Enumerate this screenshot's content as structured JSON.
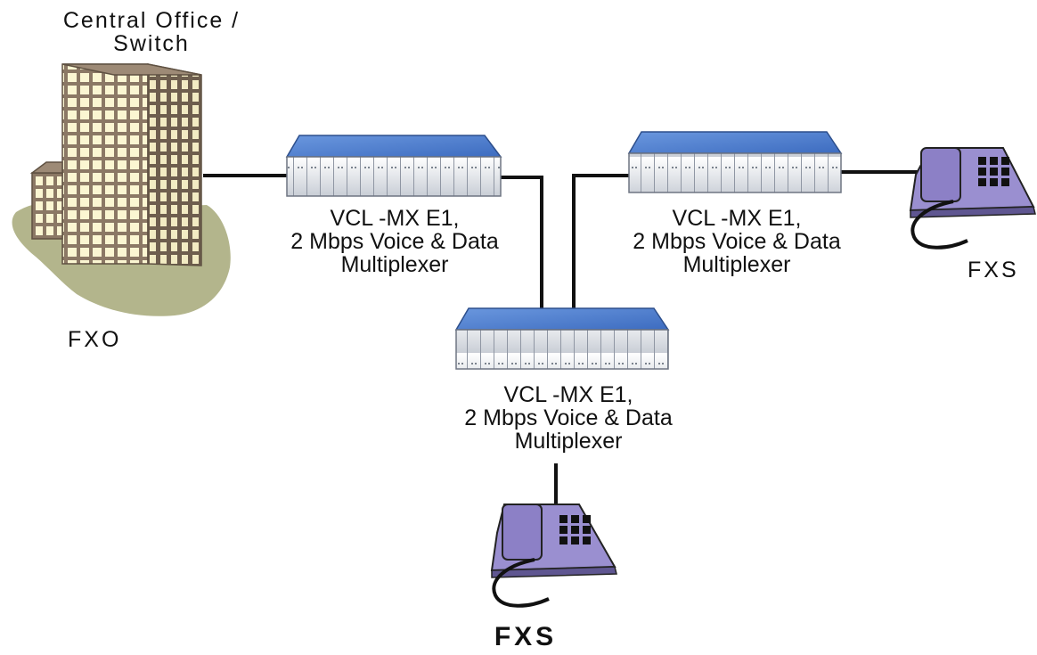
{
  "diagram": {
    "central_office": {
      "line1": "Central Office /",
      "line2": "Switch",
      "side_label": "FXO"
    },
    "multiplexers": [
      {
        "line1": "VCL -MX E1,",
        "line2": "2 Mbps Voice & Data",
        "line3": "Multiplexer"
      },
      {
        "line1": "VCL -MX E1,",
        "line2": "2 Mbps Voice & Data",
        "line3": "Multiplexer"
      },
      {
        "line1": "VCL -MX E1,",
        "line2": "2 Mbps Voice & Data",
        "line3": "Multiplexer"
      }
    ],
    "phones": [
      {
        "label": "FXS"
      },
      {
        "label": "FXS"
      }
    ],
    "colors": {
      "building": "#8b7865",
      "window": "#fbf6d2",
      "ground": "#b3b58c",
      "mux_top": "#4f7fcf",
      "mux_front": "#e4e8ee",
      "phone": "#9a8fd0",
      "line": "#111111"
    }
  }
}
